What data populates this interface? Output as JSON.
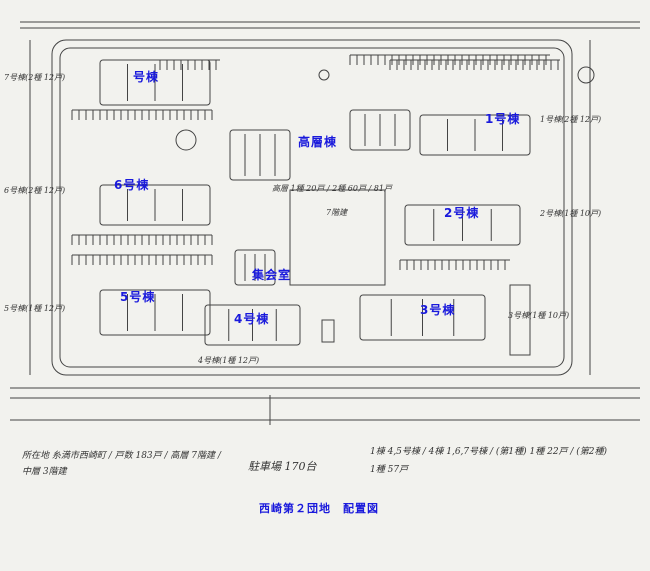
{
  "title": "西崎第２団地　配置図",
  "buildings": {
    "b7": "号棟",
    "b1": "1号棟",
    "high_rise": "高層棟",
    "b6": "6号棟",
    "b2": "2号棟",
    "assembly": "集会室",
    "b5": "5号棟",
    "b4": "4号棟",
    "b3": "3号棟"
  },
  "notes": {
    "area": "駐車場 170台",
    "storeys": "7階建",
    "b7_side": "7号棟(2種 12戸)",
    "b6_side": "6号棟(2種 12戸)",
    "b5_side": "5号棟(1種 12戸)",
    "b4_side": "4号棟(1種 12戸)",
    "b3_side": "3号棟(1種 10戸)",
    "b2_side": "2号棟(1種 10戸)",
    "b1_side": "1号棟(2種 12戸)",
    "high_note": "高層 1種 20戸 / 2種 60戸 / 81戸",
    "left_block": "所在地 糸満市西崎町 / 戸数 183戸 / 高層 7階建 / 中層 3階建",
    "right_block": "1棟 4,5号棟 / 4棟 1,6,7号棟 / (第1種) 1種 22戸 / (第2種) 1種 57戸"
  },
  "colors": {
    "label": "#1a1adc",
    "ink": "#444444",
    "paper": "#f2f2ee"
  }
}
